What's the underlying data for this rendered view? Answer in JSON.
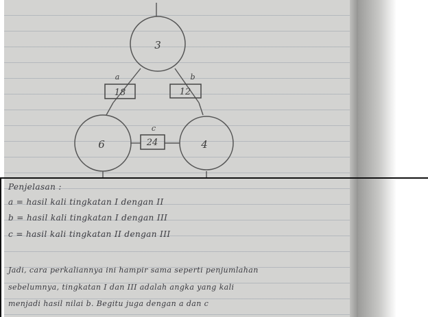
{
  "diagram": {
    "circles": {
      "top": "3",
      "left": "6",
      "right": "4"
    },
    "boxes": {
      "left": "18",
      "right": "12",
      "bottom": "24"
    },
    "box_labels": {
      "a": "a",
      "b": "b",
      "c": "c"
    }
  },
  "notes": {
    "heading": "Penjelasan :",
    "line_a": "a = hasil kali tingkatan I dengan II",
    "line_b": "b = hasil kali tingkatan I dengan III",
    "line_c": "c = hasil kali tingkatan II dengan III",
    "conclusion_1": "Jadi, cara perkaliannya ini hampir sama seperti penjumlahan",
    "conclusion_2": "sebelumnya, tingkatan I dan III adalah angka yang kali",
    "conclusion_3": "menjadi hasil nilai b. Begitu juga dengan a dan c"
  },
  "colors": {
    "paper": "#d3d3d1",
    "ink": "#3b3b3b",
    "border": "#111111"
  }
}
